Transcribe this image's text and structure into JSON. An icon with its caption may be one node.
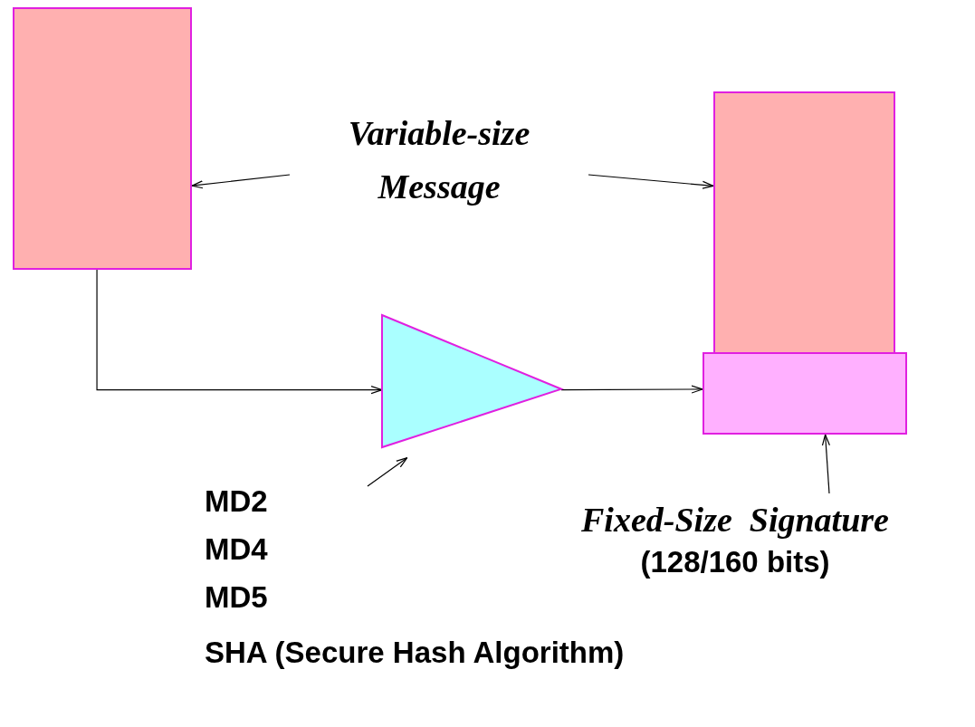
{
  "diagram": {
    "nodes": [
      {
        "text": [],
        "shape": "box"
      },
      {
        "text": [
          "Variable-size Message"
        ]
      },
      {
        "text": [],
        "shape": "box"
      },
      {
        "text": [],
        "shape": "box"
      },
      {
        "text": [],
        "shape": "triangle"
      },
      {
        "text": [
          "MD2",
          "MD4",
          "MD5",
          "SHA (Secure Hash Algorithm)"
        ]
      },
      {
        "text": [
          "Fixed-Size  Signature",
          "(128/160 bits)"
        ]
      }
    ],
    "edges": [
      {
        "from": 1,
        "to": 0,
        "arrow": "to"
      },
      {
        "from": 1,
        "to": 2,
        "arrow": "to"
      },
      {
        "from": 0,
        "to": 4,
        "arrow": "to"
      },
      {
        "from": 4,
        "to": 3,
        "arrow": "to"
      },
      {
        "from": 5,
        "to": 4,
        "arrow": "to"
      },
      {
        "from": 6,
        "to": 3,
        "arrow": "to"
      }
    ]
  }
}
